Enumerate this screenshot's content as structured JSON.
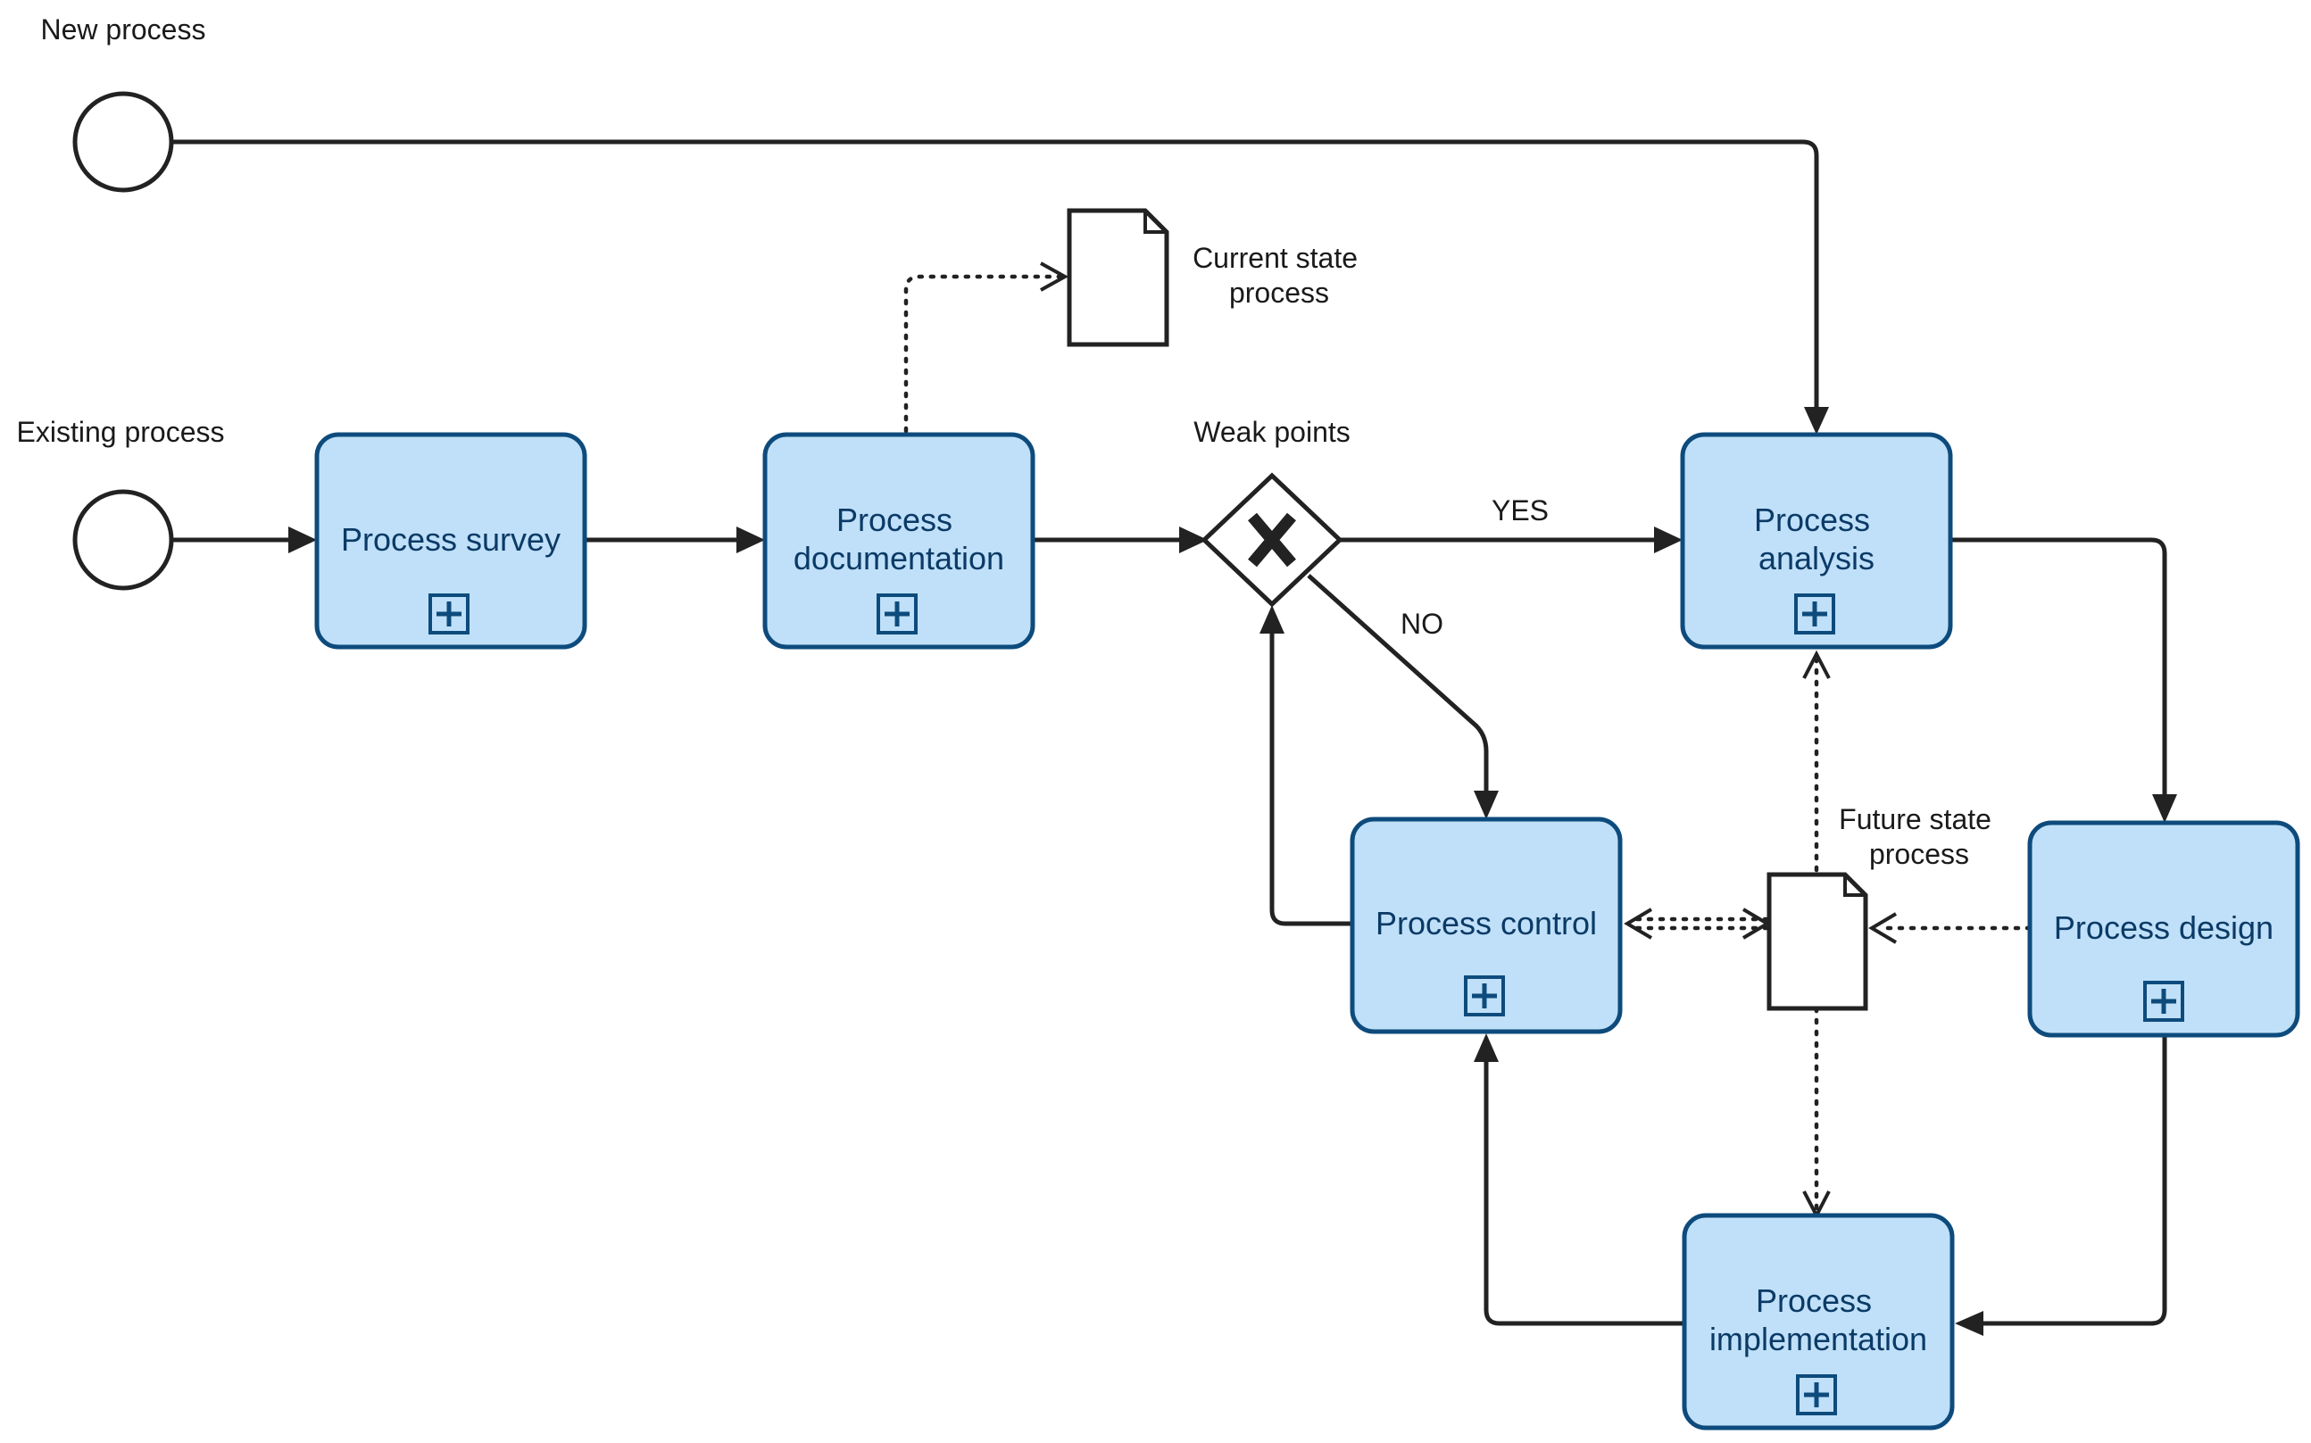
{
  "diagram": {
    "events": {
      "new_process": "New process",
      "existing_process": "Existing process"
    },
    "tasks": {
      "process_survey": [
        "Process survey"
      ],
      "process_documentation": [
        "Process",
        "documentation"
      ],
      "process_analysis": [
        "Process",
        "analysis"
      ],
      "process_control": [
        "Process control"
      ],
      "process_design": [
        "Process design"
      ],
      "process_implementation": [
        "Process",
        "implementation"
      ]
    },
    "gateway": {
      "label": "Weak points",
      "yes_label": "YES",
      "no_label": "NO"
    },
    "artifacts": {
      "current_state": [
        "Current state",
        "process"
      ],
      "future_state": [
        "Future state",
        "process"
      ]
    },
    "colors": {
      "task_fill": "#bfe0f8",
      "task_stroke": "#0e4b7d",
      "task_text": "#0b3a66",
      "line": "#222222"
    }
  }
}
